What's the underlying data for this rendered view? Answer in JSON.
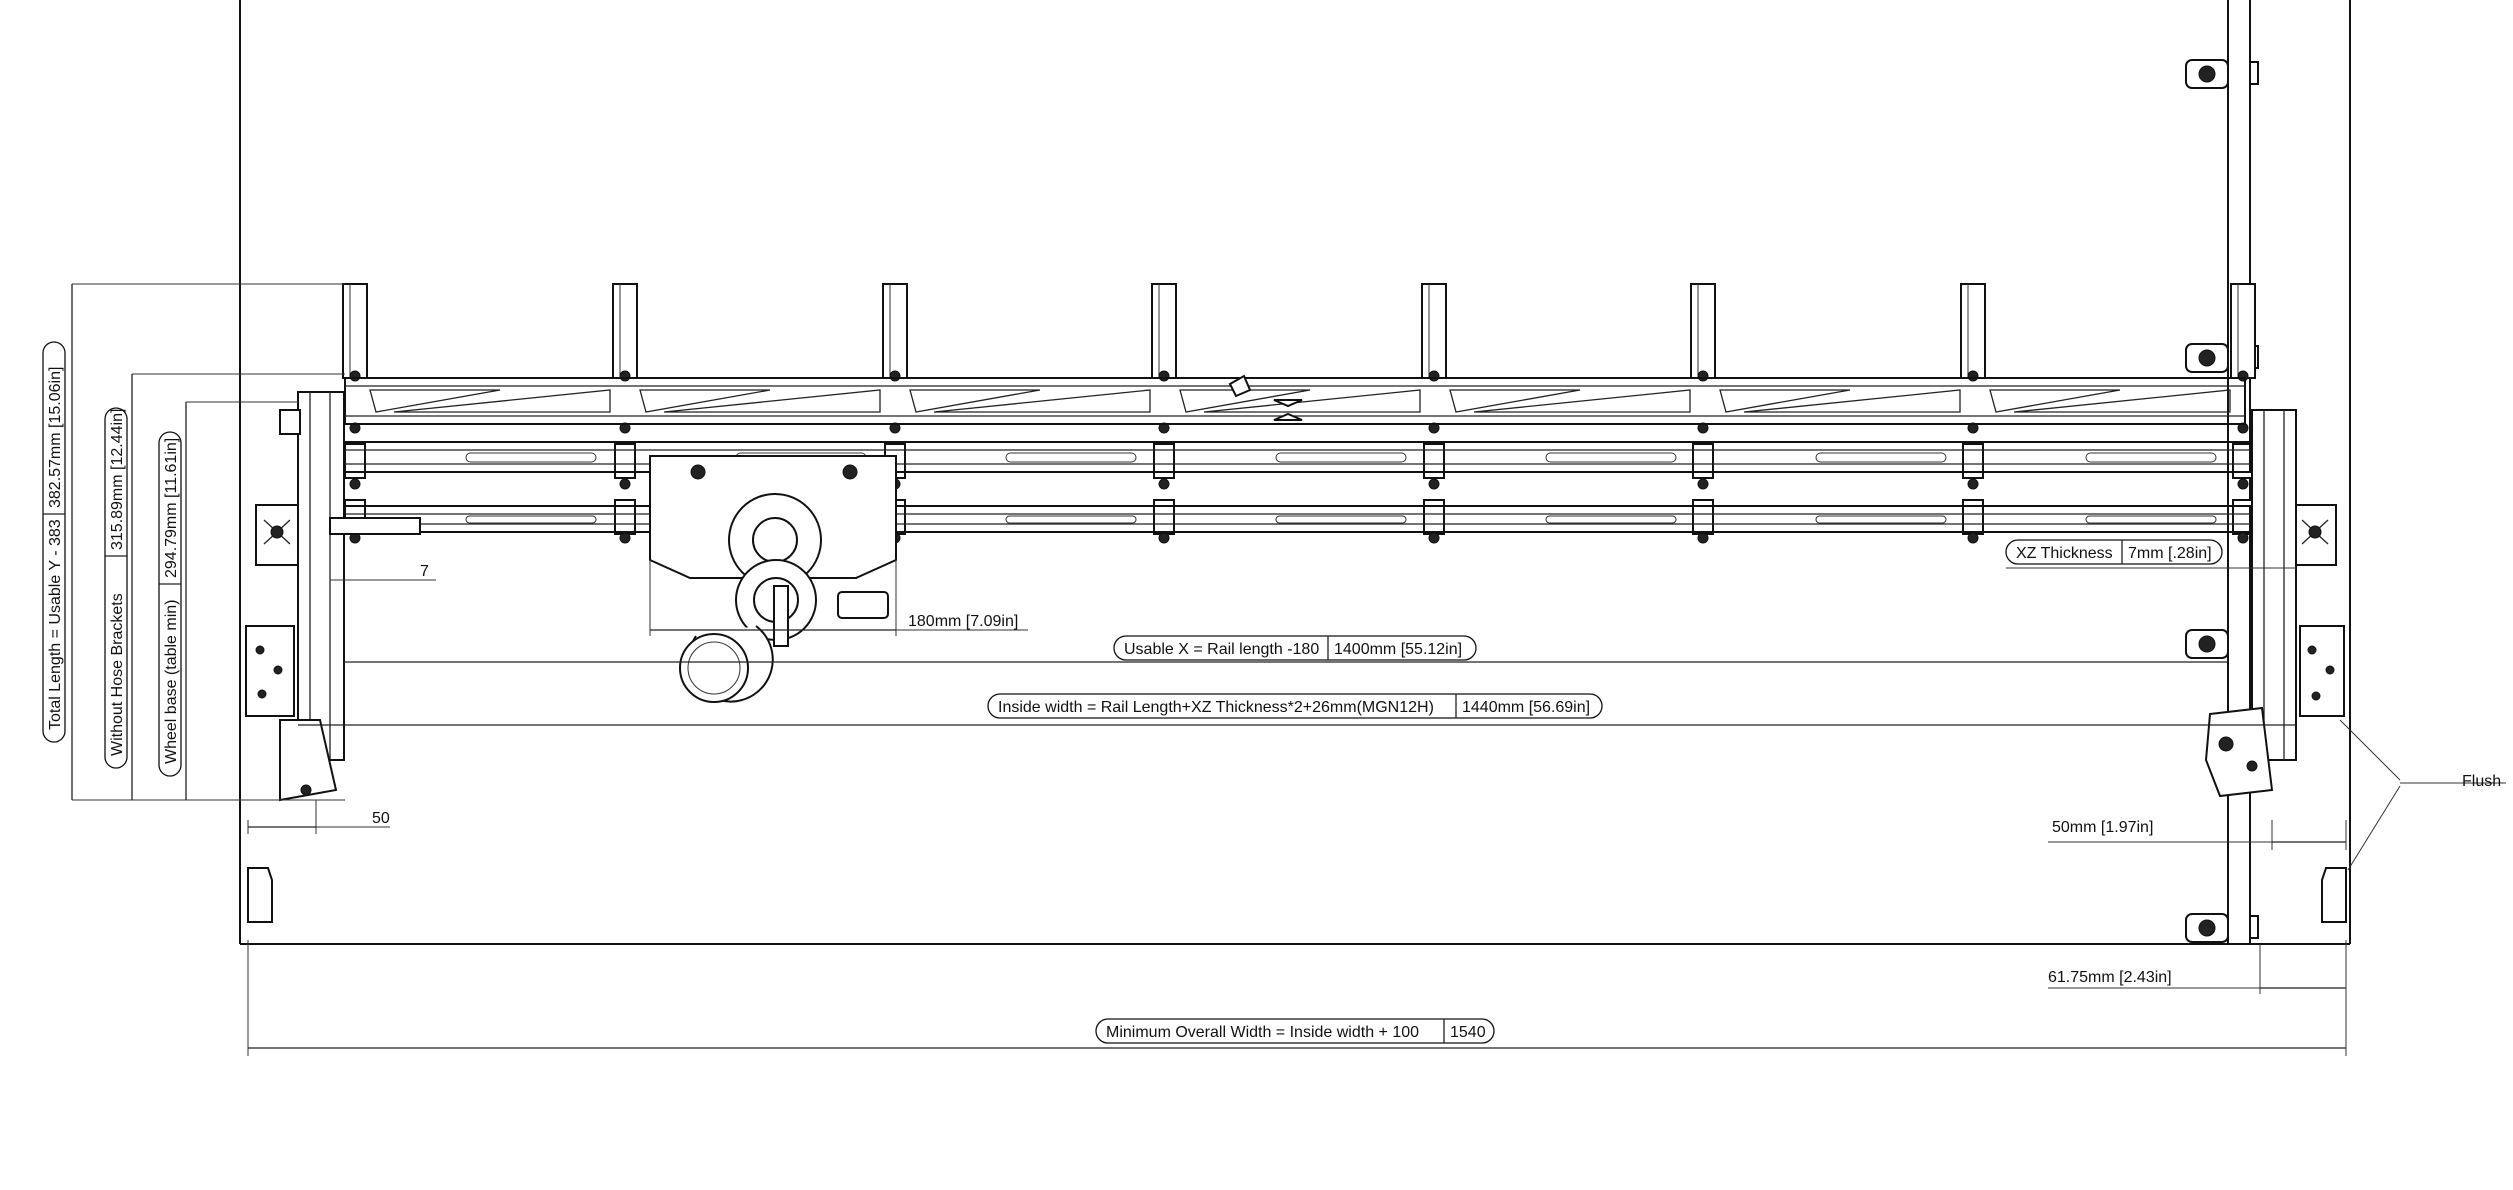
{
  "dimensions": {
    "total_length": {
      "label": "Total Length = Usable Y - 383",
      "value": "382.57mm [15.06in]"
    },
    "without_hose_brackets": {
      "label": "Without Hose Brackets",
      "value": "315.89mm [12.44in]"
    },
    "wheel_base": {
      "label": "Wheel base (table min)",
      "value": "294.79mm [11.61in]"
    },
    "small_seven": "7",
    "fifty_left": "50",
    "carriage_width": "180mm [7.09in]",
    "usable_x": {
      "label": "Usable X = Rail length -180",
      "value": "1400mm [55.12in]"
    },
    "inside_width": {
      "label": "Inside width = Rail Length+XZ Thickness*2+26mm(MGN12H)",
      "value": "1440mm [56.69in]"
    },
    "xz_thickness": {
      "label": "XZ Thickness",
      "value": "7mm [.28in]"
    },
    "fifty_right": "50mm [1.97in]",
    "offset": "61.75mm [2.43in]",
    "flush": "Flush",
    "min_overall_width": {
      "label": "Minimum Overall  Width = Inside width  + 100",
      "value": "1540"
    }
  },
  "colors": {
    "line": "#111111",
    "background": "#ffffff"
  }
}
